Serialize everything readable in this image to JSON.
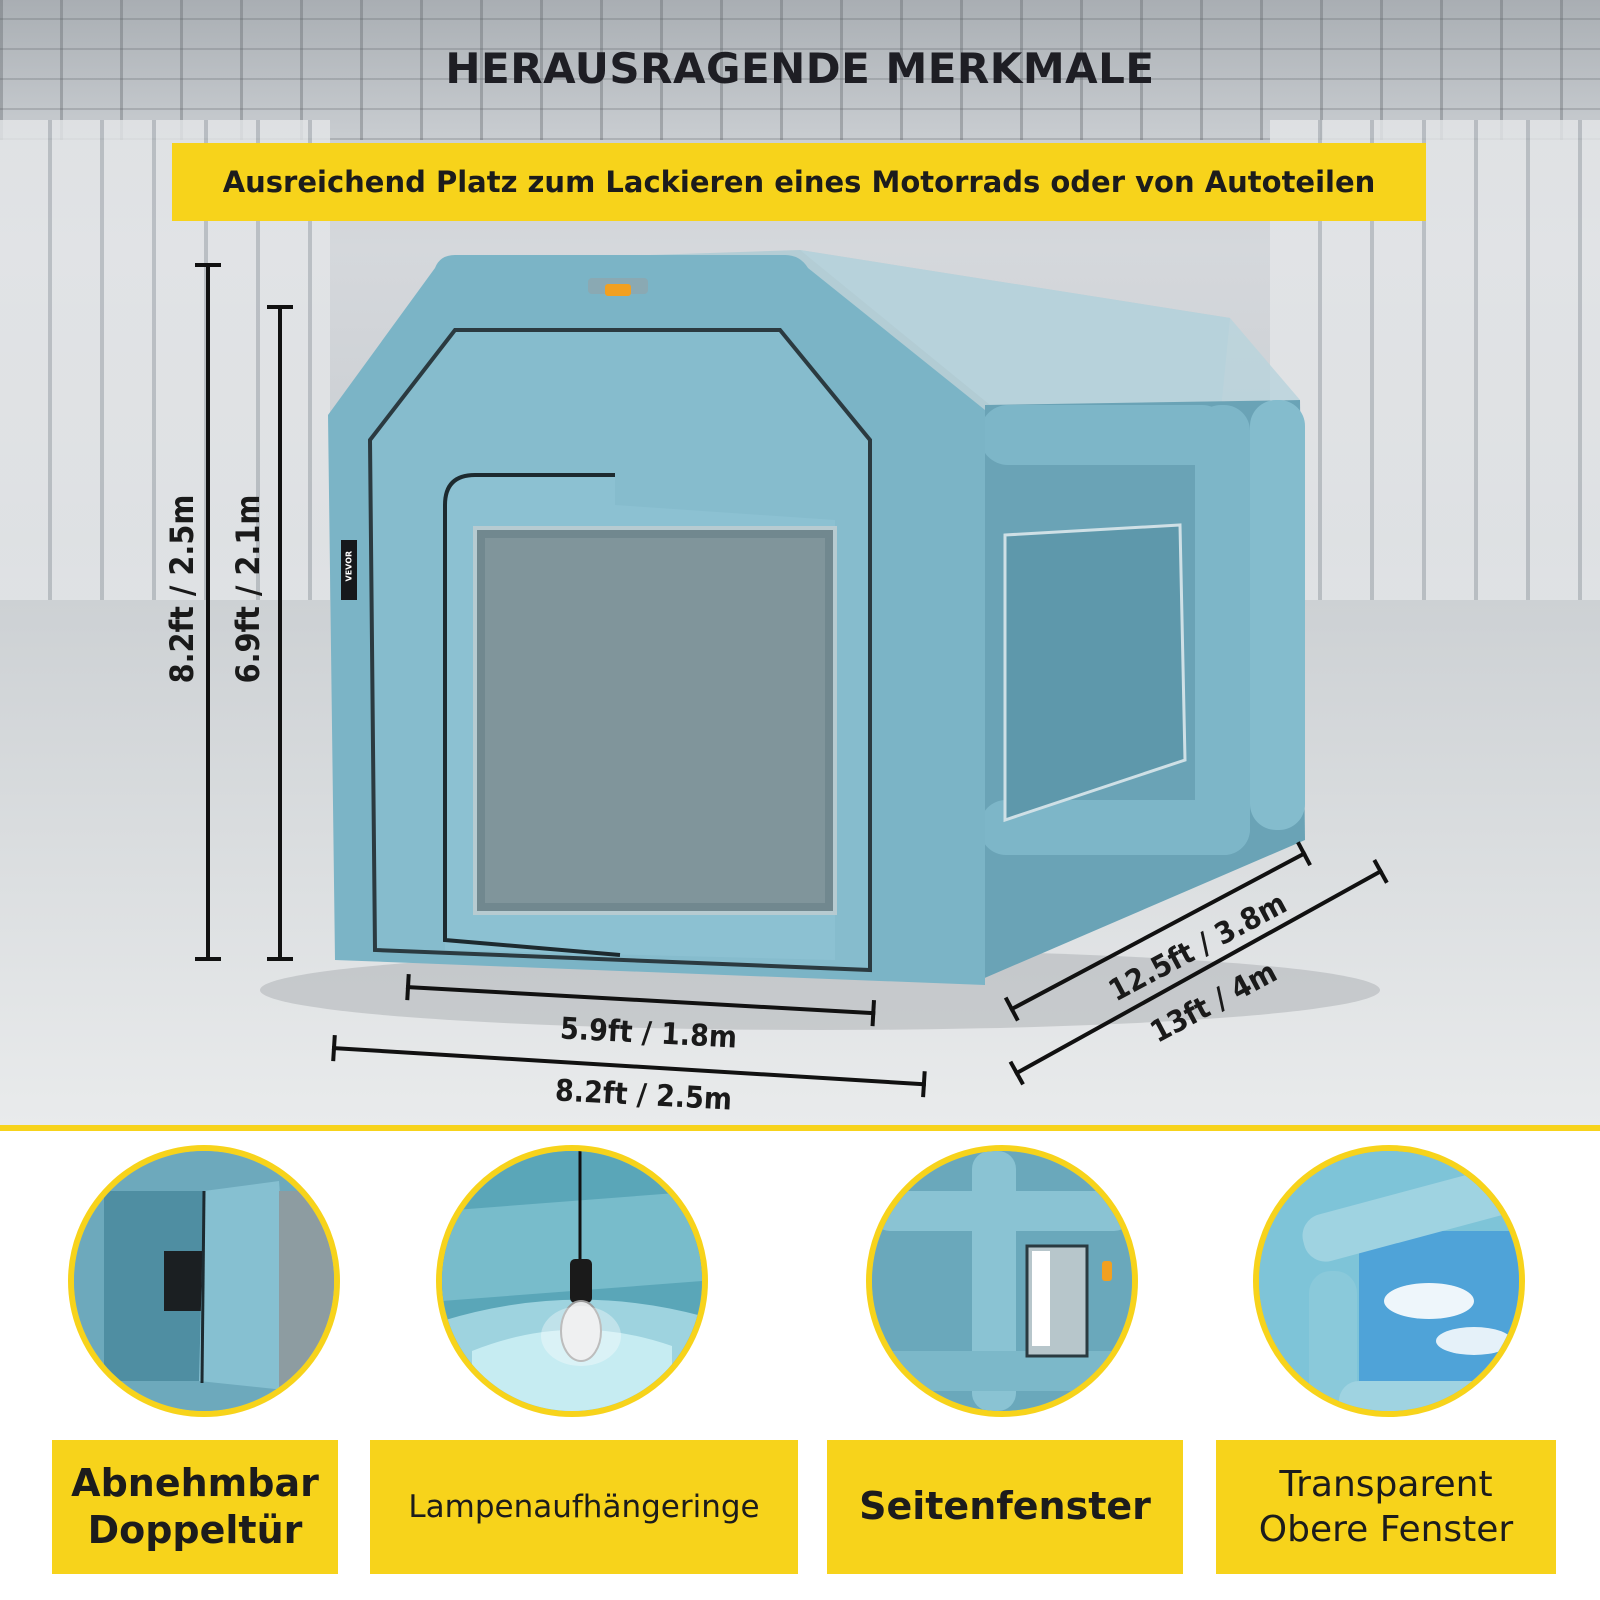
{
  "headline": "HERAUSRAGENDE MERKMALE",
  "banner": "Ausreichend Platz zum Lackieren eines Motorrads oder von Autoteilen",
  "brand_tag": "VEVOR",
  "dimensions": {
    "outer_height": "8.2ft / 2.5m",
    "inner_height": "6.9ft / 2.1m",
    "door_width": "5.9ft / 1.8m",
    "outer_width": "8.2ft / 2.5m",
    "inner_length": "12.5ft / 3.8m",
    "outer_length": "13ft / 4m"
  },
  "features": [
    {
      "line1": "Abnehmbar",
      "line2": "Doppeltür",
      "icon": "detachable-door-icon"
    },
    {
      "line1": "Lampenaufhängeringe",
      "line2": "",
      "icon": "lamp-hanger-icon"
    },
    {
      "line1": "Seitenfenster",
      "line2": "",
      "icon": "side-window-icon"
    },
    {
      "line1": "Transparent",
      "line2": "Obere Fenster",
      "icon": "top-window-icon"
    }
  ],
  "colors": {
    "accent_yellow": "#f7d31b",
    "tent_blue": "#7fb5c7",
    "text_dark": "#1c1c1c"
  }
}
